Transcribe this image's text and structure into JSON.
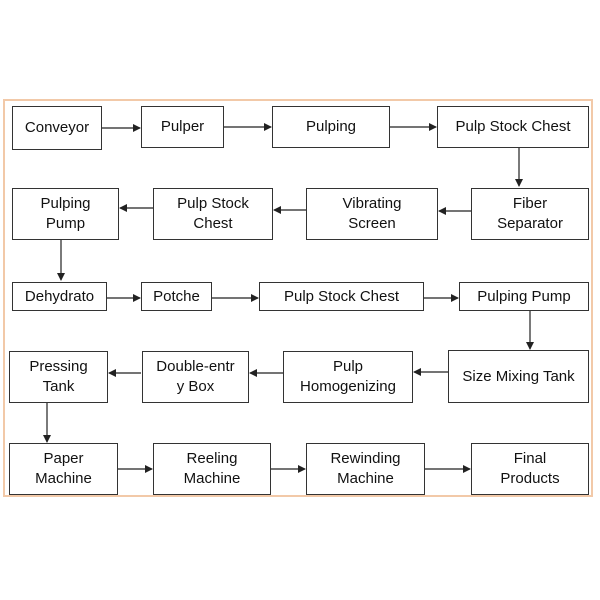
{
  "diagram": {
    "nodes": {
      "conveyor": "Conveyor",
      "pulper": "Pulper",
      "pulping": "Pulping",
      "pulp_stock_chest_1": "Pulp Stock Chest",
      "fiber_separator": "Fiber\nSeparator",
      "vibrating_screen": "Vibrating\nScreen",
      "pulp_stock_chest_2": "Pulp Stock\nChest",
      "pulping_pump_1": "Pulping\nPump",
      "dehydrato": "Dehydrato",
      "potche": "Potche",
      "pulp_stock_chest_3": "Pulp Stock Chest",
      "pulping_pump_2": "Pulping Pump",
      "size_mixing_tank": "Size Mixing Tank",
      "pulp_homogenizing": "Pulp\nHomogenizing",
      "double_entry_box": "Double-entr\ny Box",
      "pressing_tank": "Pressing\nTank",
      "paper_machine": "Paper\nMachine",
      "reeling_machine": "Reeling\nMachine",
      "rewinding_machine": "Rewinding\nMachine",
      "final_products": "Final\nProducts"
    },
    "edges": [
      [
        "conveyor",
        "pulper"
      ],
      [
        "pulper",
        "pulping"
      ],
      [
        "pulping",
        "pulp_stock_chest_1"
      ],
      [
        "pulp_stock_chest_1",
        "fiber_separator"
      ],
      [
        "fiber_separator",
        "vibrating_screen"
      ],
      [
        "vibrating_screen",
        "pulp_stock_chest_2"
      ],
      [
        "pulp_stock_chest_2",
        "pulping_pump_1"
      ],
      [
        "pulping_pump_1",
        "dehydrato"
      ],
      [
        "dehydrato",
        "potche"
      ],
      [
        "potche",
        "pulp_stock_chest_3"
      ],
      [
        "pulp_stock_chest_3",
        "pulping_pump_2"
      ],
      [
        "pulping_pump_2",
        "size_mixing_tank"
      ],
      [
        "size_mixing_tank",
        "pulp_homogenizing"
      ],
      [
        "pulp_homogenizing",
        "double_entry_box"
      ],
      [
        "double_entry_box",
        "pressing_tank"
      ],
      [
        "pressing_tank",
        "paper_machine"
      ],
      [
        "paper_machine",
        "reeling_machine"
      ],
      [
        "reeling_machine",
        "rewinding_machine"
      ],
      [
        "rewinding_machine",
        "final_products"
      ]
    ],
    "colors": {
      "frame_border": "#f2c9a8",
      "box_border": "#333333",
      "arrow": "#222222"
    }
  }
}
